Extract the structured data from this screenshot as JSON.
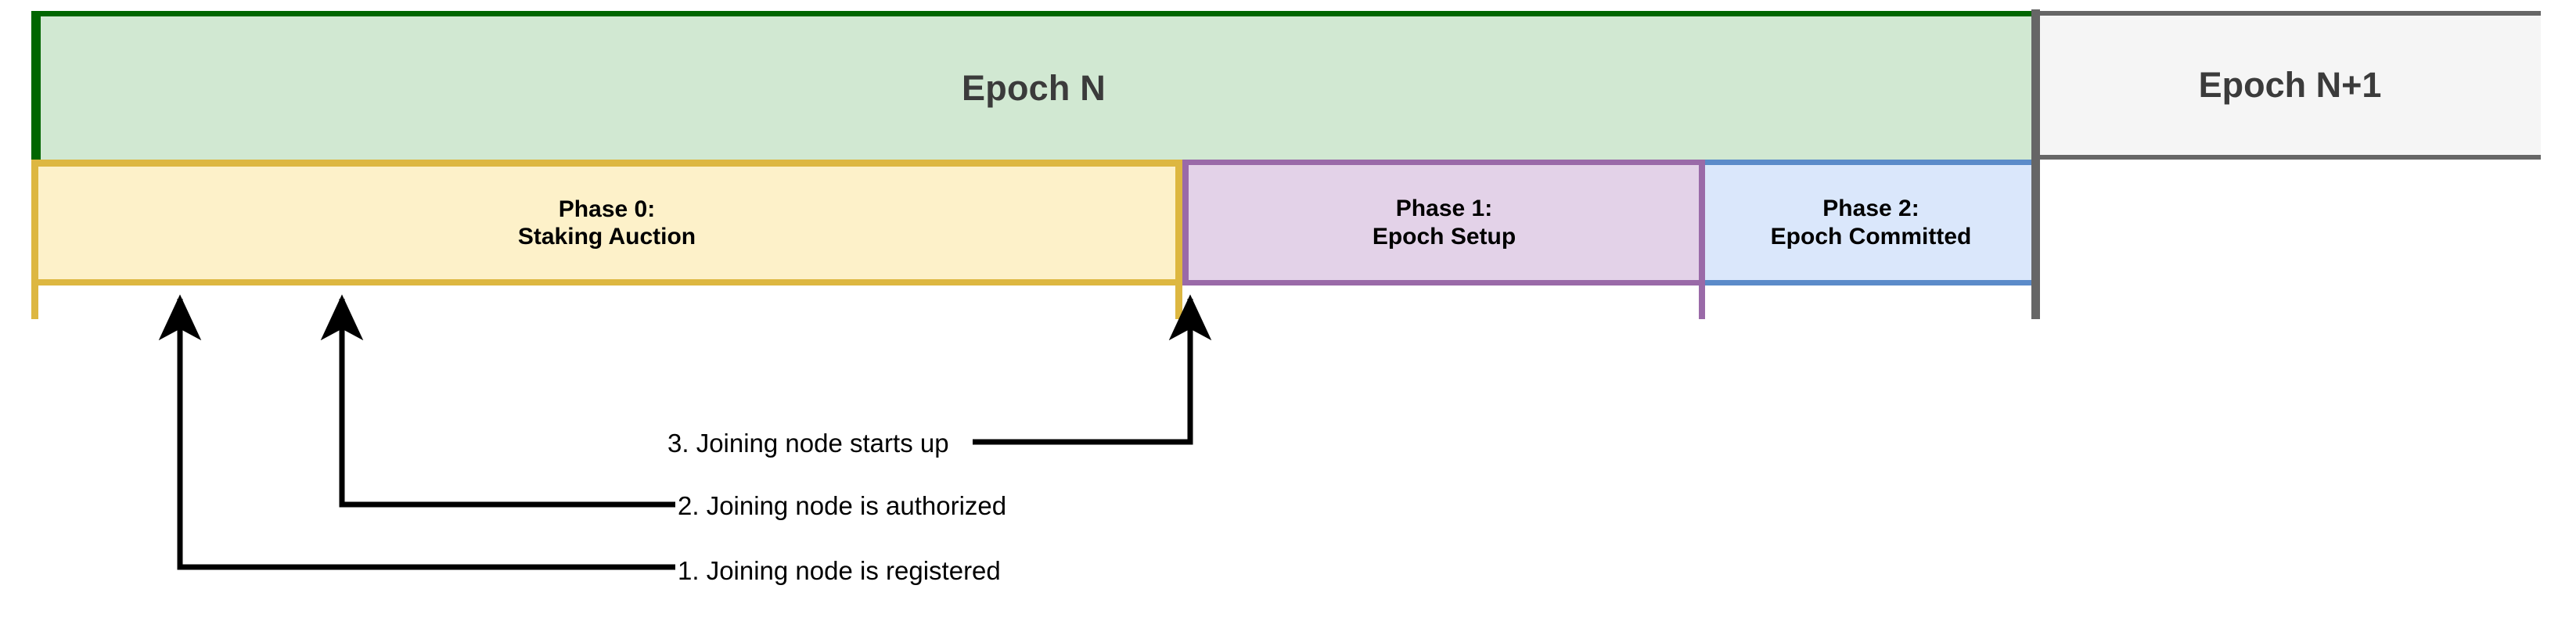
{
  "diagram": {
    "title_epoch_current": "Epoch N",
    "title_epoch_next": "Epoch N+1",
    "colors": {
      "epoch_current_fill": "#d1e8d2",
      "epoch_current_border": "#006600",
      "epoch_next_fill": "#f5f5f5",
      "epoch_next_border": "#666666",
      "epoch_divider": "#666666",
      "phase0_fill": "#fdf1c9",
      "phase0_border": "#ddb741",
      "phase1_fill": "#e3d2e8",
      "phase1_border": "#9a6aa8",
      "phase2_fill": "#dae7fb",
      "phase2_border": "#5b8bc9",
      "connector": "#000000",
      "heading_text": "#3b3b3b",
      "phase_text": "#000000"
    },
    "phases": [
      {
        "id": "phase-0",
        "line1": "Phase 0:",
        "line2": "Staking Auction"
      },
      {
        "id": "phase-1",
        "line1": "Phase 1:",
        "line2": "Epoch Setup"
      },
      {
        "id": "phase-2",
        "line1": "Phase 2:",
        "line2": "Epoch Committed"
      }
    ],
    "events": [
      {
        "number": "1",
        "text": "1. Joining node is registered"
      },
      {
        "number": "2",
        "text": "2. Joining node is authorized"
      },
      {
        "number": "3",
        "text": "3. Joining node starts up"
      }
    ]
  }
}
